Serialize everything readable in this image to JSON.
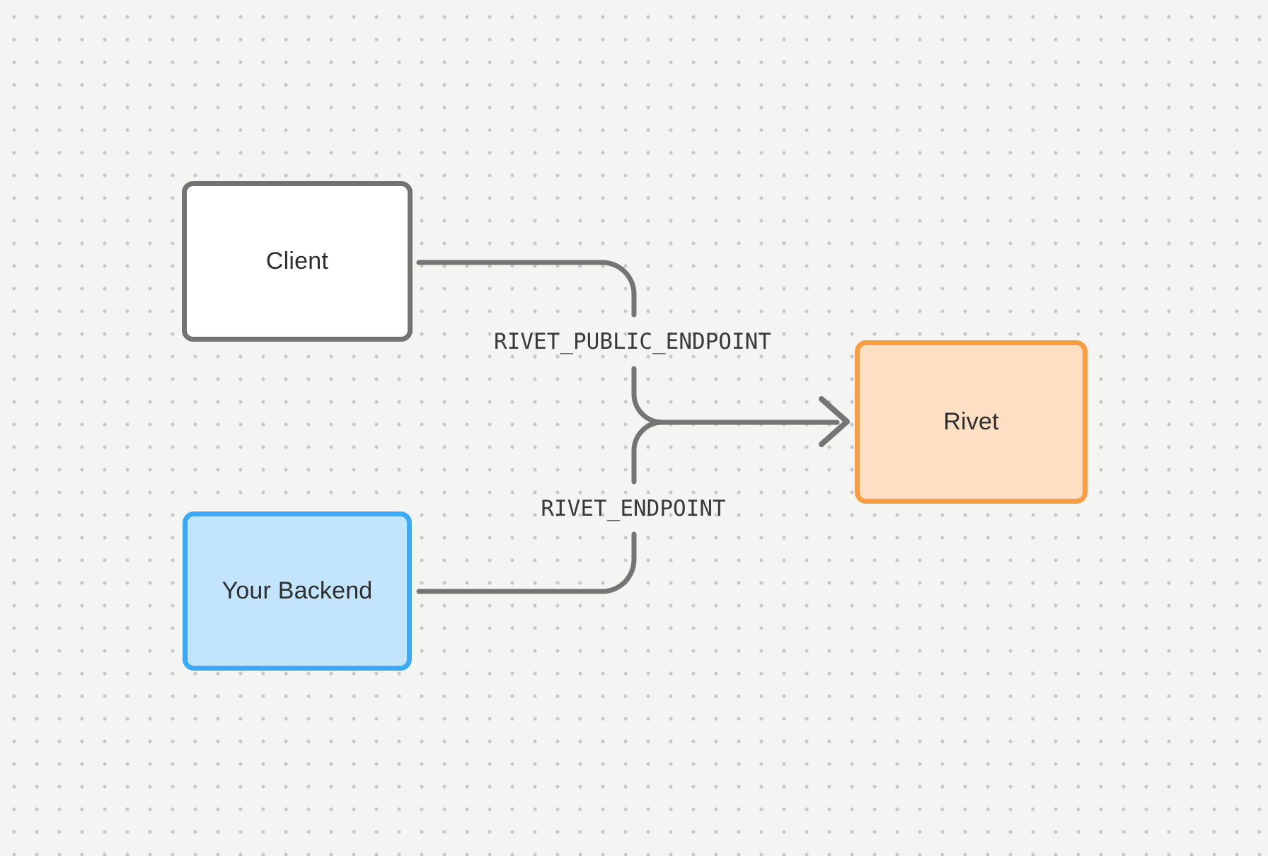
{
  "nodes": [
    {
      "id": "client",
      "label": "Client",
      "fill": "#ffffff",
      "border": "#737373"
    },
    {
      "id": "your-backend",
      "label": "Your Backend",
      "fill": "#c2e4fc",
      "border": "#3aa9f7"
    },
    {
      "id": "rivet",
      "label": "Rivet",
      "fill": "#fde0c3",
      "border": "#fa9d42"
    }
  ],
  "edges": [
    {
      "from": "client",
      "to": "rivet",
      "label": "RIVET_PUBLIC_ENDPOINT"
    },
    {
      "from": "your-backend",
      "to": "rivet",
      "label": "RIVET_ENDPOINT"
    }
  ],
  "colors": {
    "bg_base": "#f4f4f3",
    "dot": "#c8c8c8",
    "edge_gray": "#757575",
    "node_gray_border": "#737373",
    "node_white_fill": "#ffffff",
    "blue_border": "#3aa9f7",
    "blue_fill": "#c2e4fc",
    "orange_border": "#fa9d42",
    "orange_fill": "#fde0c3",
    "label_dark": "#2e2e2e",
    "mono_label": "#3a3a3a"
  }
}
